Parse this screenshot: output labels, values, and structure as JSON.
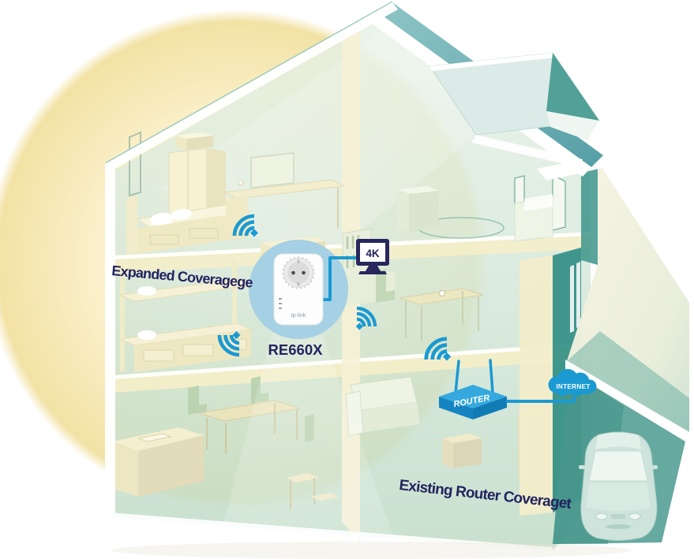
{
  "scene": {
    "description": "Isometric cutaway house showing Wi-Fi range extender expanding router coverage",
    "labels": {
      "expanded_coverage": "Expanded Coveragege",
      "extender_model": "RE660X",
      "existing_coverage": "Existing Router Coveraget",
      "router": "ROUTER",
      "internet": "INTERNET",
      "tv_badge": "4K",
      "brand_logo": "tp-link"
    },
    "colors": {
      "accent_blue": "#1b9ad2",
      "router_blue_top": "#35a9de",
      "router_blue_front": "#1080c0",
      "halo_blue": "#a6d0e3",
      "label_navy": "#23235f",
      "glow_yellow": "#f6e9b6",
      "roof_teal": "#76b5b8",
      "deep_teal": "#3f958c",
      "wall_cream": "#f4efcd",
      "background": "#ffffff"
    },
    "icons": {
      "wifi_signal": "three concentric quarter arcs with square dot",
      "internet_cloud": "solid blue cloud",
      "tv": "flat screen with 4K badge",
      "router": "isometric router with two antennas",
      "range_extender": "white wall-plug extender with passthrough socket",
      "car": "sedan parked in carport"
    }
  }
}
